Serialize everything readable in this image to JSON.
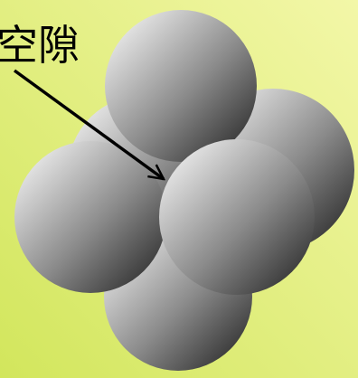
{
  "diagram": {
    "label": "空隙",
    "background_colors": [
      "#d2e65c",
      "#f3f7a8"
    ],
    "sphere_colors": [
      "#ffffff",
      "#8a8a8a",
      "#1c1c1c"
    ],
    "spheres": [
      {
        "name": "sphere-left-back"
      },
      {
        "name": "sphere-right-back"
      },
      {
        "name": "sphere-bottom"
      },
      {
        "name": "sphere-top"
      },
      {
        "name": "sphere-left-front"
      },
      {
        "name": "sphere-center-front"
      }
    ]
  }
}
